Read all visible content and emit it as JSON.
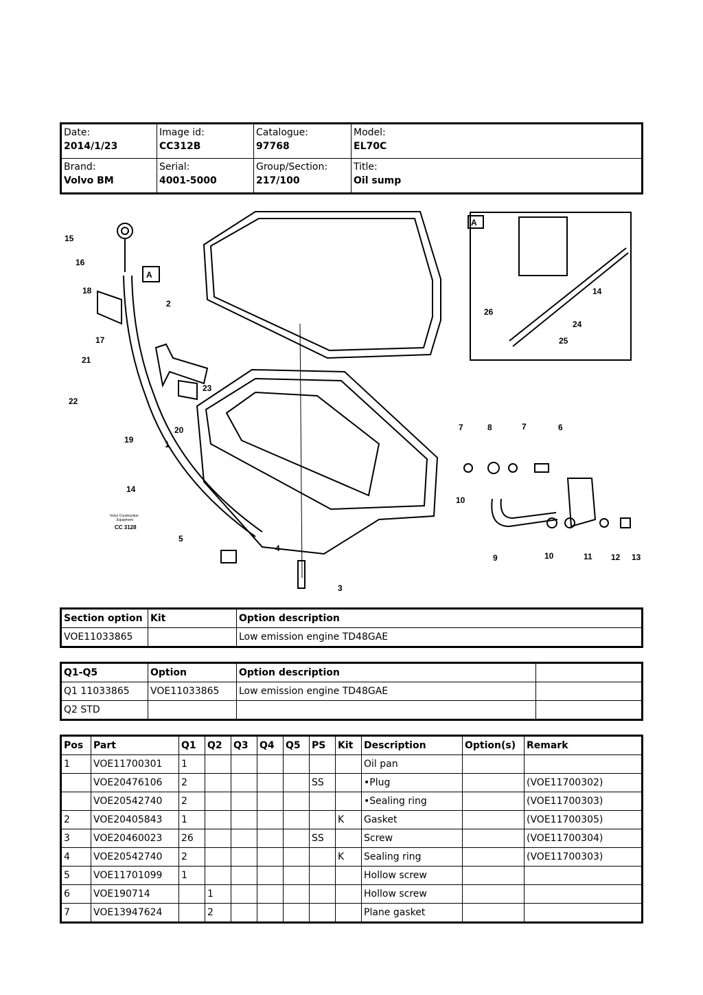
{
  "header": {
    "date_label": "Date:",
    "date": "2014/1/23",
    "imageid_label": "Image id:",
    "imageid": "CC312B",
    "catalogue_label": "Catalogue:",
    "catalogue": "97768",
    "model_label": "Model:",
    "model": "EL70C",
    "brand_label": "Brand:",
    "brand": "Volvo BM",
    "serial_label": "Serial:",
    "serial": "4001-5000",
    "group_label": "Group/Section:",
    "group": "217/100",
    "title_label": "Title:",
    "title": "Oil sump"
  },
  "figure": {
    "inset_label": "A",
    "callout_a": "A",
    "caption_1": "Volvo Construction",
    "caption_2": "Equipment",
    "caption_code": "CC 3128",
    "labels": [
      "15",
      "16",
      "18",
      "2",
      "17",
      "21",
      "23",
      "22",
      "19",
      "20",
      "1",
      "14",
      "5",
      "4",
      "3",
      "7",
      "8",
      "7",
      "6",
      "10",
      "9",
      "10",
      "11",
      "12",
      "13",
      "14",
      "26",
      "24",
      "25"
    ]
  },
  "section_table": {
    "headers": [
      "Section option",
      "Kit",
      "Option description"
    ],
    "rows": [
      [
        "VOE11033865",
        "",
        "Low emission engine TD48GAE"
      ]
    ]
  },
  "q_table": {
    "headers": [
      "Q1-Q5",
      "Option",
      "Option description",
      ""
    ],
    "rows": [
      [
        "Q1 11033865",
        "VOE11033865",
        "Low emission engine TD48GAE",
        ""
      ],
      [
        "Q2 STD",
        "",
        "",
        ""
      ]
    ]
  },
  "parts_table": {
    "headers": [
      "Pos",
      "Part",
      "Q1",
      "Q2",
      "Q3",
      "Q4",
      "Q5",
      "PS",
      "Kit",
      "Description",
      "Option(s)",
      "Remark"
    ],
    "rows": [
      [
        "1",
        "VOE11700301",
        "1",
        "",
        "",
        "",
        "",
        "",
        "",
        "Oil pan",
        "",
        ""
      ],
      [
        "",
        "VOE20476106",
        "2",
        "",
        "",
        "",
        "",
        "SS",
        "",
        "•Plug",
        "",
        "(VOE11700302)"
      ],
      [
        "",
        "VOE20542740",
        "2",
        "",
        "",
        "",
        "",
        "",
        "",
        "•Sealing ring",
        "",
        "(VOE11700303)"
      ],
      [
        "2",
        "VOE20405843",
        "1",
        "",
        "",
        "",
        "",
        "",
        "K",
        "Gasket",
        "",
        "(VOE11700305)"
      ],
      [
        "3",
        "VOE20460023",
        "26",
        "",
        "",
        "",
        "",
        "SS",
        "",
        "Screw",
        "",
        "(VOE11700304)"
      ],
      [
        "4",
        "VOE20542740",
        "2",
        "",
        "",
        "",
        "",
        "",
        "K",
        "Sealing ring",
        "",
        "(VOE11700303)"
      ],
      [
        "5",
        "VOE11701099",
        "1",
        "",
        "",
        "",
        "",
        "",
        "",
        "Hollow screw",
        "",
        ""
      ],
      [
        "6",
        "VOE190714",
        "",
        "1",
        "",
        "",
        "",
        "",
        "",
        "Hollow screw",
        "",
        ""
      ],
      [
        "7",
        "VOE13947624",
        "",
        "2",
        "",
        "",
        "",
        "",
        "",
        "Plane gasket",
        "",
        ""
      ]
    ]
  }
}
